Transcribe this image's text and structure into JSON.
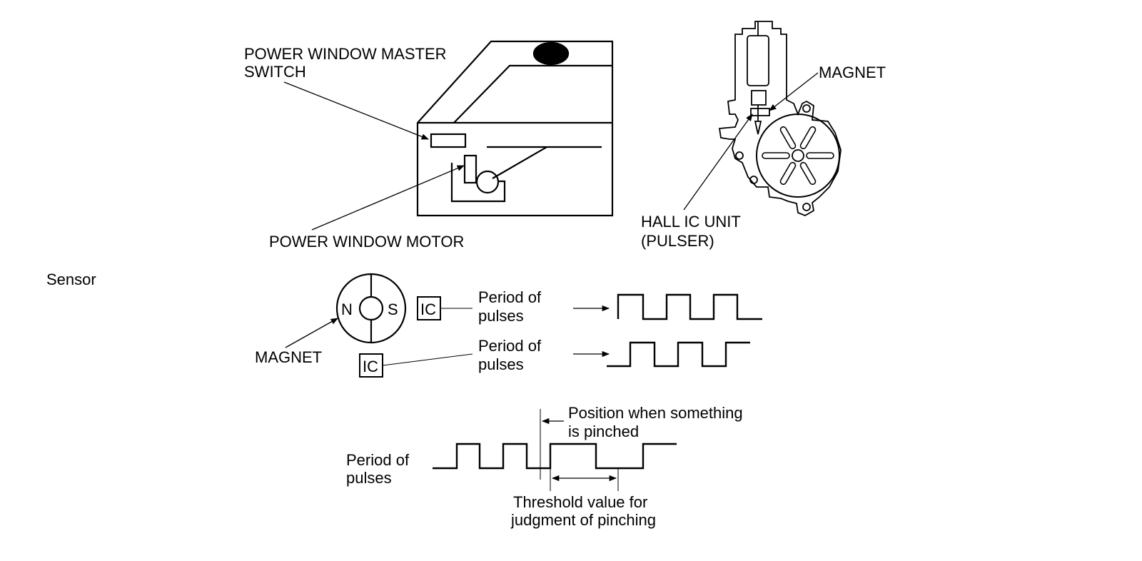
{
  "figure": {
    "labels": {
      "master_switch_line1": "POWER WINDOW MASTER",
      "master_switch_line2": "SWITCH",
      "window_motor": "POWER WINDOW MOTOR",
      "magnet_top": "MAGNET",
      "hall_ic_line1": "HALL IC UNIT",
      "hall_ic_line2": "(PULSER)",
      "sensor": "Sensor",
      "magnet_bottom": "MAGNET",
      "pole_n": "N",
      "pole_s": "S",
      "ic_1": "IC",
      "ic_2": "IC",
      "period1_line1": "Period of",
      "period1_line2": "pulses",
      "period2_line1": "Period of",
      "period2_line2": "pulses",
      "period3_line1": "Period of",
      "period3_line2": "pulses",
      "pinch_line1": "Position when something",
      "pinch_line2": "is pinched",
      "threshold_line1": "Threshold value for",
      "threshold_line2": "judgment of pinching"
    }
  }
}
